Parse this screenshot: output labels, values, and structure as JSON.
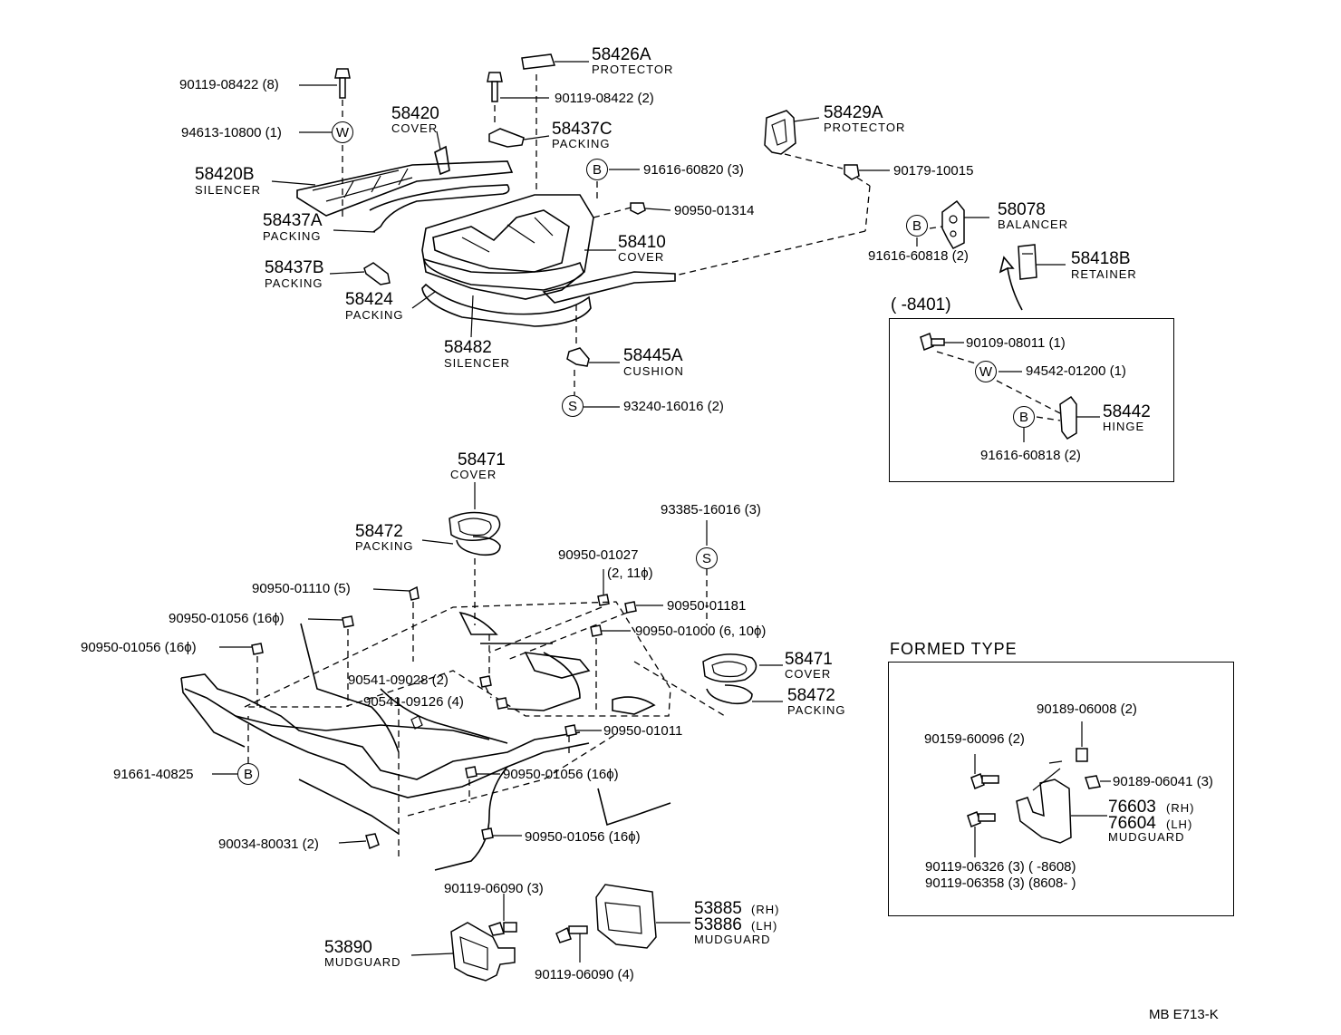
{
  "diagram": {
    "parts_top": {
      "bolt_8": "90119-08422 (8)",
      "washer_1": "94613-10800 (1)",
      "silencer_58420b": "58420B",
      "silencer_58420b_name": "SILENCER",
      "cover_58420": "58420",
      "cover_58420_name": "COVER",
      "packing_58437a": "58437A",
      "packing_58437a_name": "PACKING",
      "packing_58437b": "58437B",
      "packing_58437b_name": "PACKING",
      "packing_58424": "58424",
      "packing_58424_name": "PACKING",
      "silencer_58482": "58482",
      "silencer_58482_name": "SILENCER",
      "protector_58426a": "58426A",
      "protector_58426a_name": "PROTECTOR",
      "bolt_2": "90119-08422 (2)",
      "packing_58437c": "58437C",
      "packing_58437c_name": "PACKING",
      "nut_91616_60820": "91616-60820 (3)",
      "plug_90950_01314": "90950-01314",
      "cover_58410": "58410",
      "cover_58410_name": "COVER",
      "cushion_58445a": "58445A",
      "cushion_58445a_name": "CUSHION",
      "screw_93240": "93240-16016 (2)",
      "protector_58429a": "58429A",
      "protector_58429a_name": "PROTECTOR",
      "cap_90179": "90179-10015",
      "balancer_58078": "58078",
      "balancer_58078_name": "BALANCER",
      "bolt_91616_60818": "91616-60818 (2)",
      "retainer_58418b": "58418B",
      "retainer_58418b_name": "RETAINER"
    },
    "inset_8401": {
      "range": "(      -8401)",
      "bolt_90109": "90109-08011 (1)",
      "washer_94542": "94542-01200 (1)",
      "hinge_58442": "58442",
      "hinge_58442_name": "HINGE",
      "bolt_91616": "91616-60818 (2)"
    },
    "parts_floor": {
      "cover_58471_top": "58471",
      "cover_58471_top_name": "COVER",
      "packing_58472_top": "58472",
      "packing_58472_top_name": "PACKING",
      "screw_93385": "93385-16016 (3)",
      "plug_90950_01027": "90950-01027",
      "plug_90950_01027_note": "(2, 11ϕ)",
      "plug_90950_01110": "90950-01110 (5)",
      "plug_90950_01181": "90950-01181",
      "plug_90950_01056_a": "90950-01056 (16ϕ)",
      "plug_90950_01000": "90950-01000 (6, 10ϕ)",
      "plug_90950_01056_b": "90950-01056 (16ϕ)",
      "clip_90541_09028": "90541-09028 (2)",
      "clip_90541_09126": "90541-09126 (4)",
      "cover_58471_side": "58471",
      "cover_58471_side_name": "COVER",
      "packing_58472_side": "58472",
      "packing_58472_side_name": "PACKING",
      "plug_90950_01011": "90950-01011",
      "bolt_91661": "91661-40825",
      "plug_90950_01056_c": "90950-01056 (16ϕ)",
      "plug_90950_01056_d": "90950-01056 (16ϕ)",
      "clip_90034": "90034-80031 (2)",
      "bolt_90119_06090_3": "90119-06090 (3)",
      "mudguard_53890": "53890",
      "mudguard_53890_name": "MUDGUARD",
      "bolt_90119_06090_4": "90119-06090 (4)",
      "mudguard_53885": "53885",
      "mudguard_53885_side": "(RH)",
      "mudguard_53886": "53886",
      "mudguard_53886_side": "(LH)",
      "mudguard_5388x_name": "MUDGUARD"
    },
    "formed_type": {
      "title": "FORMED TYPE",
      "nut_90189_06008": "90189-06008 (2)",
      "bolt_90159": "90159-60096 (2)",
      "nut_90189_06041": "90189-06041 (3)",
      "mudguard_76603": "76603",
      "mudguard_76603_side": "(RH)",
      "mudguard_76604": "76604",
      "mudguard_76604_side": "(LH)",
      "mudguard_name": "MUDGUARD",
      "bolt_90119_06326": "90119-06326 (3) (      -8608)",
      "bolt_90119_06358": "90119-06358 (3) (8608-      )"
    },
    "symbols": {
      "washer": "W",
      "bolt": "B",
      "screw": "S"
    },
    "figure_code": "MB  E713-K"
  }
}
